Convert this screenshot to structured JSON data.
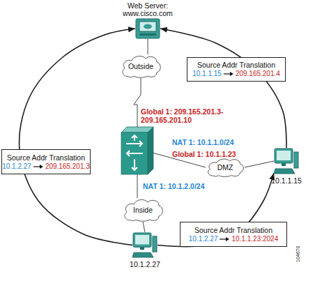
{
  "diagram": {
    "nodes": [
      {
        "text": [
          "Web Server:",
          "www.cisco.com"
        ]
      },
      {
        "text": [
          "Outside"
        ]
      },
      {
        "text": [
          "Source Addr Translation",
          "10.1.1.15",
          "209.165.201.4"
        ]
      },
      {
        "text": [
          "Global 1: 209.165.201.3- 209.165.201.10",
          "NAT 1: 10.1.1.0/24",
          "Global 1: 10.1.1.23",
          "NAT 1: 10.1.2.0/24"
        ]
      },
      {
        "text": [
          "Source Addr Translation",
          "10.1.2.27",
          "209.165.201.3"
        ]
      },
      {
        "text": [
          "DMZ"
        ]
      },
      {
        "text": [
          "10.1.1.15"
        ]
      },
      {
        "text": [
          "Inside"
        ]
      },
      {
        "text": [
          "Source Addr Translation",
          "10.1.2.27",
          "10.1.1.23:2024"
        ]
      },
      {
        "text": [
          "10.1.2.27"
        ]
      }
    ],
    "edges": [
      {
        "from": 0,
        "to": 1,
        "arrow": "none"
      },
      {
        "from": 1,
        "to": 3,
        "arrow": "none"
      },
      {
        "from": 3,
        "to": 5,
        "arrow": "none"
      },
      {
        "from": 5,
        "to": 6,
        "arrow": "none"
      },
      {
        "from": 3,
        "to": 7,
        "arrow": "none"
      },
      {
        "from": 7,
        "to": 9,
        "arrow": "none"
      },
      {
        "from": 9,
        "to": 0,
        "arrow": "to"
      },
      {
        "from": 6,
        "to": 0,
        "arrow": "to"
      },
      {
        "from": 9,
        "to": 6,
        "arrow": "to"
      }
    ],
    "labels": [
      "104670"
    ]
  }
}
